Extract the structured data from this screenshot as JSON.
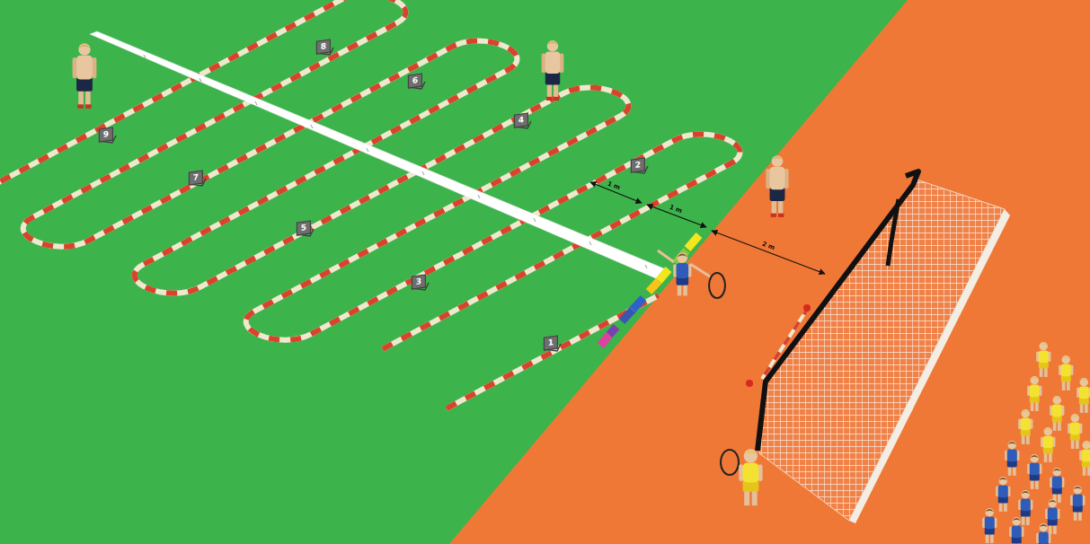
{
  "diagram": {
    "nodes": [
      {
        "text": [
          "1"
        ]
      },
      {
        "text": [
          "2"
        ]
      },
      {
        "text": [
          "3"
        ]
      },
      {
        "text": [
          "4"
        ]
      },
      {
        "text": [
          "5"
        ]
      },
      {
        "text": [
          "6"
        ]
      },
      {
        "text": [
          "7"
        ]
      },
      {
        "text": [
          "8"
        ]
      },
      {
        "text": [
          "9"
        ]
      }
    ],
    "labels": [
      "1 m",
      "1 m",
      "2 m"
    ]
  }
}
